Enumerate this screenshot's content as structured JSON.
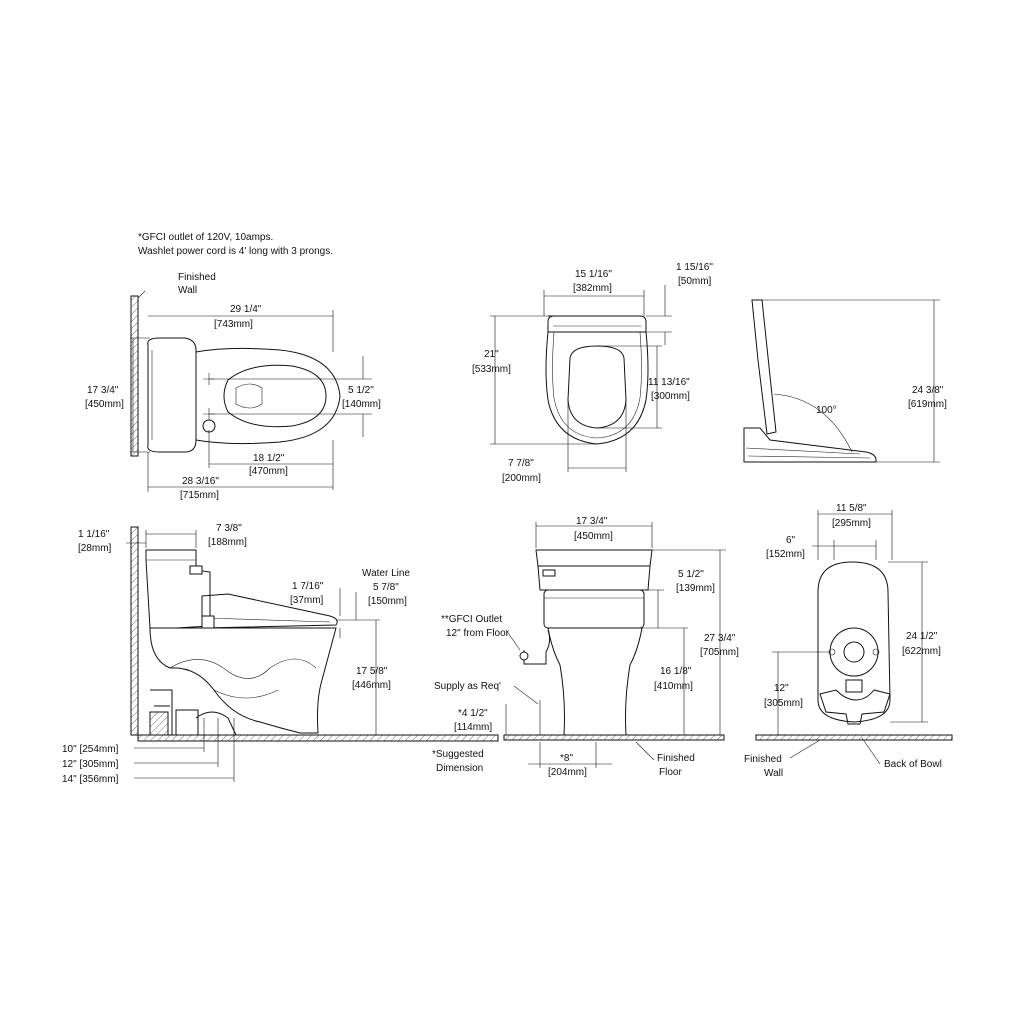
{
  "notes": {
    "line1": "*GFCI outlet of 120V, 10amps.",
    "line2": "Washlet power cord is 4' long with 3 prongs."
  },
  "top_view": {
    "finished_wall": [
      "Finished",
      "Wall"
    ],
    "depth_total": [
      "29 1/4\"",
      "[743mm]"
    ],
    "width": [
      "17 3/4\"",
      "[450mm]"
    ],
    "rough_offset": [
      "5 1/2\"",
      "[140mm]"
    ],
    "to_front": [
      "18 1/2\"",
      "[470mm]"
    ],
    "to_bowl": [
      "28 3/16\"",
      "[715mm]"
    ]
  },
  "seat_top": {
    "seat_width": [
      "15 1/16\"",
      "[382mm]"
    ],
    "hinge": [
      "1 15/16\"",
      "[50mm]"
    ],
    "seat_length": [
      "21\"",
      "[533mm]"
    ],
    "opening_length": [
      "11 13/16\"",
      "[300mm]"
    ],
    "opening_width": [
      "7 7/8\"",
      "[200mm]"
    ]
  },
  "seat_side": {
    "angle": "100°",
    "height": [
      "24 3/8\"",
      "[619mm]"
    ]
  },
  "side_view": {
    "wall_gap": [
      "1 1/16\"",
      "[28mm]"
    ],
    "tank_depth": [
      "7 3/8\"",
      "[188mm]"
    ],
    "seat_thick": [
      "1 7/16\"",
      "[37mm]"
    ],
    "water_line_title": "Water Line",
    "water_line": [
      "5 7/8\"",
      "[150mm]"
    ],
    "rim_height": [
      "17 5/8\"",
      "[446mm]"
    ],
    "rough_10": "10\" [254mm]",
    "rough_12": "12\" [305mm]",
    "rough_14": "14\" [356mm]"
  },
  "front_view": {
    "width": [
      "17 3/4\"",
      "[450mm]"
    ],
    "gfci": [
      "**GFCI Outlet",
      "12\" from Floor"
    ],
    "supply": "Supply as Req'",
    "supply_height": [
      "*4 1/2\"",
      "[114mm]"
    ],
    "suggested": [
      "*Suggested",
      "Dimension"
    ],
    "supply_offset": [
      "*8\"",
      "[204mm]"
    ],
    "finished_floor": [
      "Finished",
      "Floor"
    ],
    "seat_top": [
      "5 1/2\"",
      "[139mm]"
    ],
    "bowl_height": [
      "16 1/8\"",
      "[410mm]"
    ],
    "total_height": [
      "27 3/4\"",
      "[705mm]"
    ]
  },
  "back_view": {
    "width": [
      "11 5/8\"",
      "[295mm]"
    ],
    "inner": [
      "6\"",
      "[152mm]"
    ],
    "height": [
      "24 1/2\"",
      "[622mm]"
    ],
    "rough": [
      "12\"",
      "[305mm]"
    ],
    "finished_wall": [
      "Finished",
      "Wall"
    ],
    "back_of_bowl": "Back of Bowl"
  }
}
